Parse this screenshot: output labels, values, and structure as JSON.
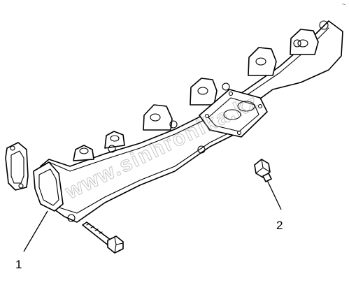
{
  "callouts": [
    {
      "label": "1"
    },
    {
      "label": "2"
    }
  ],
  "watermark": "www.sinhronika.kz",
  "corner_mark": "~",
  "colors": {
    "line": "#000000",
    "background": "#ffffff",
    "watermark": "#9a9a9a"
  }
}
